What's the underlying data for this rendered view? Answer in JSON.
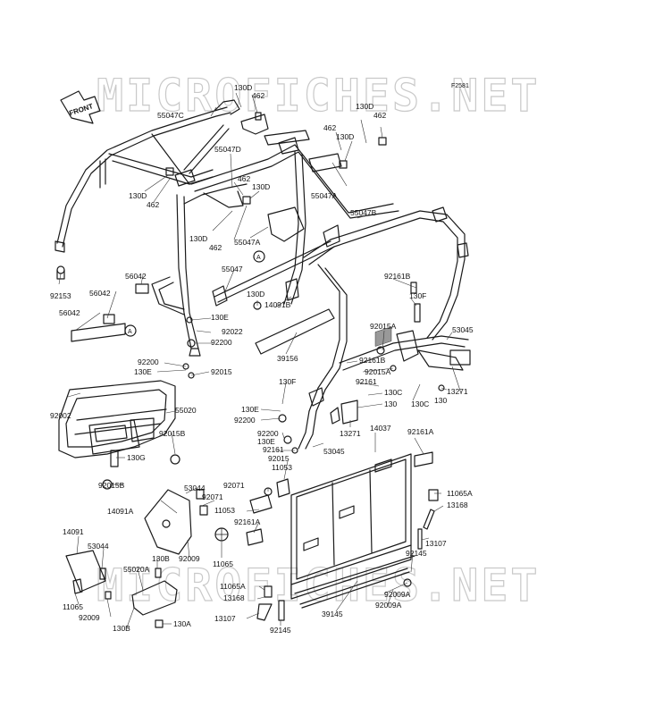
{
  "diagram": {
    "code": "F2581",
    "front_label": "FRONT",
    "circle_ref": "A",
    "watermarks": [
      "MICROFICHES.NET",
      "MICROFICHES.NET"
    ],
    "labels": [
      "130D",
      "462",
      "55047C",
      "130D",
      "462",
      "462",
      "130D",
      "55047D",
      "130D",
      "462",
      "462",
      "130D",
      "55047A",
      "130D",
      "462",
      "55047A",
      "55047B",
      "92153",
      "56042",
      "56042",
      "56042",
      "55047",
      "130D",
      "14091B",
      "130E",
      "92022",
      "92200",
      "92161B",
      "130F",
      "92015A",
      "53045",
      "92200",
      "130E",
      "92015",
      "39156",
      "92161B",
      "92015A",
      "92161",
      "130C",
      "130C",
      "130",
      "13271",
      "130F",
      "130E",
      "92200",
      "130",
      "13271",
      "92002",
      "55020",
      "92015B",
      "92200",
      "130E",
      "92161",
      "53045",
      "130G",
      "92015",
      "14037",
      "92161A",
      "11053",
      "92071",
      "92015B",
      "53044",
      "14091A",
      "92071",
      "11053",
      "11065A",
      "13168",
      "92161A",
      "13107",
      "14091",
      "53044",
      "92145",
      "11065",
      "92009",
      "130B",
      "55020A",
      "11065",
      "92009",
      "130B",
      "130A",
      "92009A",
      "11065A",
      "13168",
      "39145",
      "92009A",
      "13107",
      "92145"
    ]
  }
}
